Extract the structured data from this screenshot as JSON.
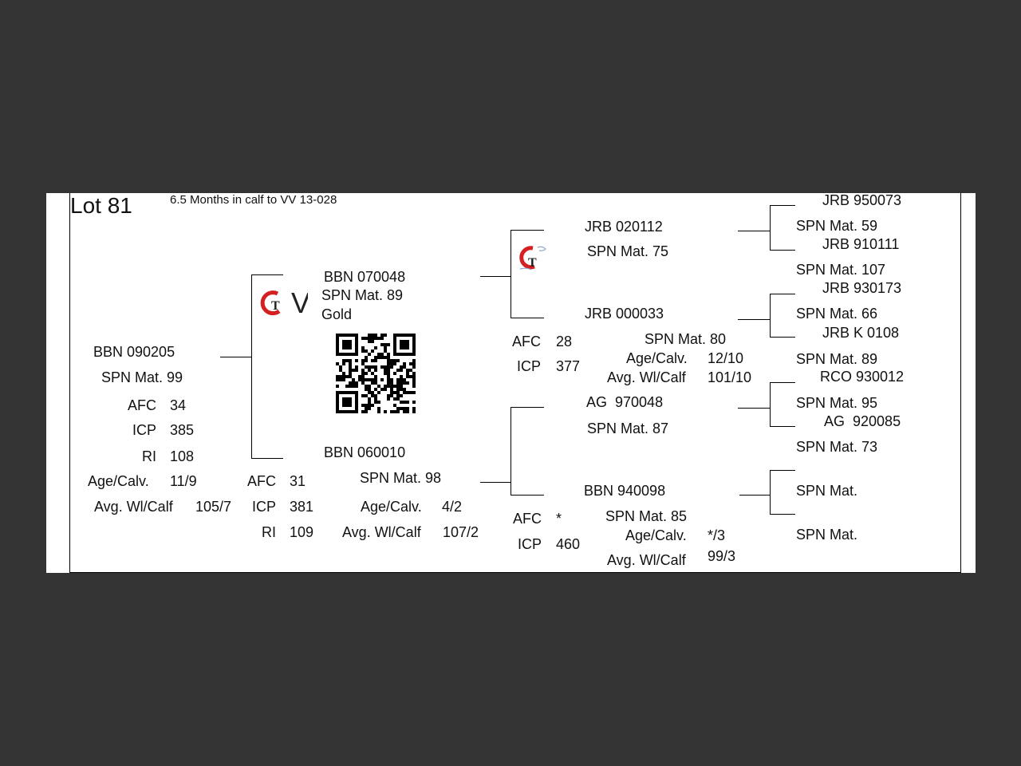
{
  "lot_label": "Lot 81",
  "note": "6.5 Months in calf to VV 13-028",
  "subject": {
    "id": "BBN 090205",
    "spn": "SPN Mat. 99",
    "stats": [
      {
        "label": "AFC",
        "value": "34"
      },
      {
        "label": "ICP",
        "value": "385"
      },
      {
        "label": "RI",
        "value": "108"
      },
      {
        "label": "Age/Calv.",
        "value": "11/9"
      },
      {
        "label": "Avg. Wl/Calf",
        "value": "105/7"
      }
    ]
  },
  "sire": {
    "id": "BBN 070048",
    "spn": "SPN Mat. 89",
    "grade": "Gold",
    "logo_text": "GT",
    "logo_suffix": "V"
  },
  "dam": {
    "id": "BBN 060010",
    "spn": "SPN Mat. 98",
    "stats": [
      {
        "label": "AFC",
        "value": "31"
      },
      {
        "label": "ICP",
        "value": "381"
      },
      {
        "label": "RI",
        "value": "109"
      },
      {
        "label": "Age/Calv.",
        "value": "4/2"
      },
      {
        "label": "Avg. Wl/Calf",
        "value": "107/2"
      }
    ]
  },
  "gp_sire_sire": {
    "id": "JRB 020112",
    "spn": "SPN Mat. 75",
    "logo_text": "GT"
  },
  "gp_sire_dam": {
    "id": "JRB 000033",
    "spn": "SPN Mat. 80",
    "stats": [
      {
        "label": "AFC",
        "value": "28"
      },
      {
        "label": "ICP",
        "value": "377"
      },
      {
        "label": "Age/Calv.",
        "value": "12/10"
      },
      {
        "label": "Avg. Wl/Calf",
        "value": "101/10"
      }
    ]
  },
  "gp_dam_sire": {
    "id": "AG  970048",
    "spn": "SPN Mat. 87"
  },
  "gp_dam_dam": {
    "id": "BBN 940098",
    "spn": "SPN Mat. 85",
    "stats": [
      {
        "label": "AFC",
        "value": "*"
      },
      {
        "label": "ICP",
        "value": "460"
      },
      {
        "label": "Age/Calv.",
        "value": "*/3"
      },
      {
        "label": "Avg. Wl/Calf",
        "value": "99/3"
      }
    ]
  },
  "ggp": [
    {
      "id": "JRB 950073",
      "spn": "SPN Mat. 59"
    },
    {
      "id": "JRB 910111",
      "spn": "SPN Mat. 107"
    },
    {
      "id": "JRB 930173",
      "spn": "SPN Mat. 66"
    },
    {
      "id": "JRB K 0108",
      "spn": "SPN Mat. 89"
    },
    {
      "id": "RCO 930012",
      "spn": "SPN Mat. 95"
    },
    {
      "id": "AG  920085",
      "spn": "SPN Mat. 73"
    },
    {
      "id": "",
      "spn": "SPN Mat."
    },
    {
      "id": "",
      "spn": "SPN Mat."
    }
  ],
  "qr_label": "qr-code",
  "logo_colors": {
    "red": "#d42020",
    "dark": "#222222"
  }
}
